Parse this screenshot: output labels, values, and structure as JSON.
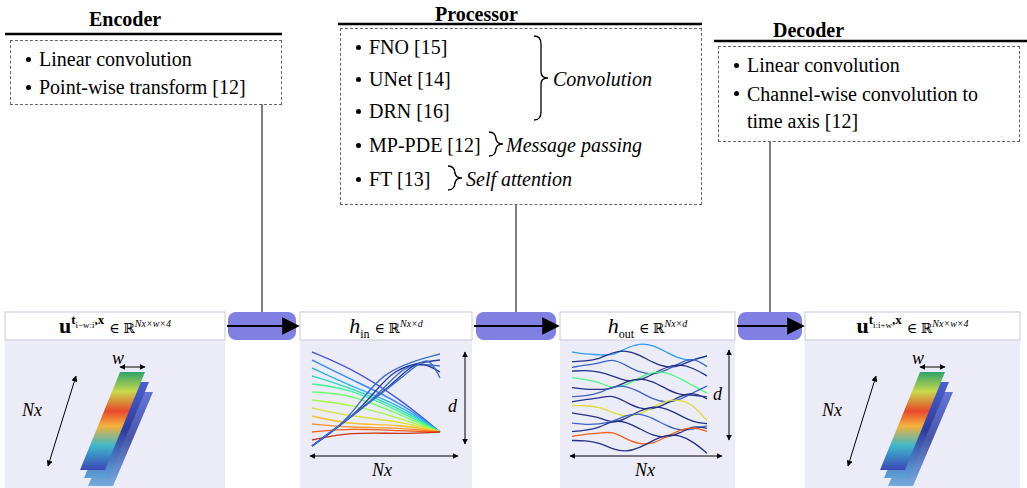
{
  "diagram": {
    "nodes": [
      {
        "text": [
          "Encoder",
          "Linear convolution",
          "Point-wise transform [12]"
        ]
      },
      {
        "text": [
          "Processor",
          "FNO [15]",
          "UNet [14]",
          "DRN [16]",
          "Convolution",
          "MP-PDE [12]",
          "Message passing",
          "FT [13]",
          "Self attention"
        ]
      },
      {
        "text": [
          "Decoder",
          "Linear convolution",
          "Channel-wise convolution to time axis [12]"
        ]
      },
      {
        "text": [
          "u",
          "t",
          "i−w:i",
          ",x",
          "∈ ℝ",
          "Nx×w×4",
          "w",
          "Nx"
        ]
      },
      {
        "text": [
          "h",
          "in",
          "∈ ℝ",
          "Nx×d",
          "Nx",
          "d"
        ]
      },
      {
        "text": [
          "h",
          "out",
          "∈ ℝ",
          "Nx×d",
          "d",
          "Nx"
        ]
      },
      {
        "text": [
          "u",
          "t",
          "i:i+w",
          ",x",
          "∈ ℝ",
          "Nx×w×4",
          "w",
          "Nx"
        ]
      }
    ],
    "edges": [
      {
        "from": 3,
        "to": 4,
        "arrow": "to"
      },
      {
        "from": 4,
        "to": 5,
        "arrow": "to"
      },
      {
        "from": 5,
        "to": 6,
        "arrow": "to"
      }
    ]
  }
}
